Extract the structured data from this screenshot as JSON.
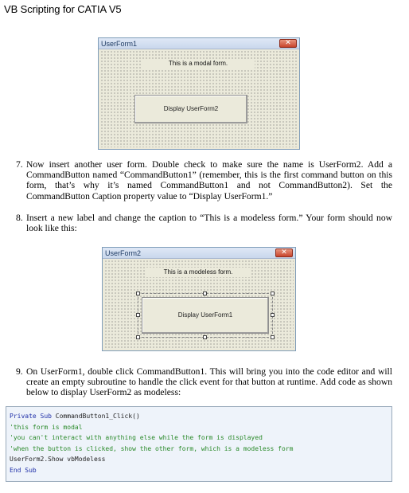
{
  "header": {
    "title": "VB Scripting for CATIA V5"
  },
  "form1": {
    "title": "UserForm1",
    "close": "✕",
    "label": "This is a modal form.",
    "button": "Display UserForm2"
  },
  "steps": [
    {
      "num": "7.",
      "text": "Now insert another user form. Double check to make sure the name is UserForm2. Add a CommandButton named “CommandButton1” (remember, this is the first command button on this form, that’s why it’s named CommandButton1 and not CommandButton2). Set the CommandButton Caption property value to “Display UserForm1.”"
    },
    {
      "num": "8.",
      "text": "Insert a new label and change the caption to “This is a modeless form.” Your form should now look like this:"
    },
    {
      "num": "9.",
      "text": "On UserForm1, double click CommandButton1.  This will bring you into the code editor and will create an empty subroutine to handle the click event for that button at runtime. Add code as shown below to display UserForm2 as modeless:"
    }
  ],
  "form2": {
    "title": "UserForm2",
    "close": "✕",
    "label": "This is a modeless form.",
    "button": "Display UserForm1"
  },
  "code": {
    "l1_kw": "Private Sub",
    "l1_rest": " CommandButton1_Click()",
    "l2": "'this form is modal",
    "l3": "'you can't interact with anything else while the form is displayed",
    "l4": "'when the button is clicked, show the other form, which is a modeless form",
    "l5": "UserForm2.Show vbModeless",
    "l6": "End Sub"
  }
}
